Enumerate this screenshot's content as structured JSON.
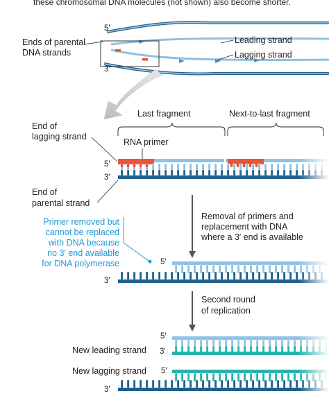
{
  "header": {
    "caption_tail": "these chromosomal DNA molecules (not shown) also become shorter."
  },
  "top_panel": {
    "five_prime": "5′",
    "three_prime": "3′",
    "ends_label_line1": "Ends of parental",
    "ends_label_line2": "DNA strands",
    "leading_strand": "Leading strand",
    "lagging_strand": "Lagging strand"
  },
  "middle_panel": {
    "last_fragment": "Last fragment",
    "next_to_last_fragment": "Next-to-last fragment",
    "end_lagging_line1": "End of",
    "end_lagging_line2": "lagging strand",
    "rna_primer": "RNA primer",
    "five_prime": "5′",
    "three_prime": "3′",
    "end_parental_line1": "End of",
    "end_parental_line2": "parental strand"
  },
  "step1": {
    "line1": "Removal of primers and",
    "line2": "replacement with DNA",
    "line3": "where a 3′ end is available"
  },
  "primer_note": {
    "line1": "Primer removed but",
    "line2": "cannot be replaced",
    "line3": "with DNA because",
    "line4": "no 3′ end available",
    "line5": "for DNA polymerase"
  },
  "after_removal": {
    "five_prime": "5′",
    "three_prime": "3′"
  },
  "step2": {
    "line1": "Second round",
    "line2": "of replication"
  },
  "bottom_panel": {
    "five_prime_a": "5′",
    "new_leading_strand": "New leading strand",
    "three_prime_a": "3′",
    "new_lagging_strand": "New lagging strand",
    "five_prime_b": "5′",
    "three_prime_b": "3′"
  },
  "colors": {
    "parental_strand": "#1e5f8e",
    "light_strand": "#8fc1e2",
    "rna_primer": "#e8553a",
    "new_strand": "#24b3b0",
    "arrow": "#555555",
    "note_text": "#1b9ad6"
  }
}
